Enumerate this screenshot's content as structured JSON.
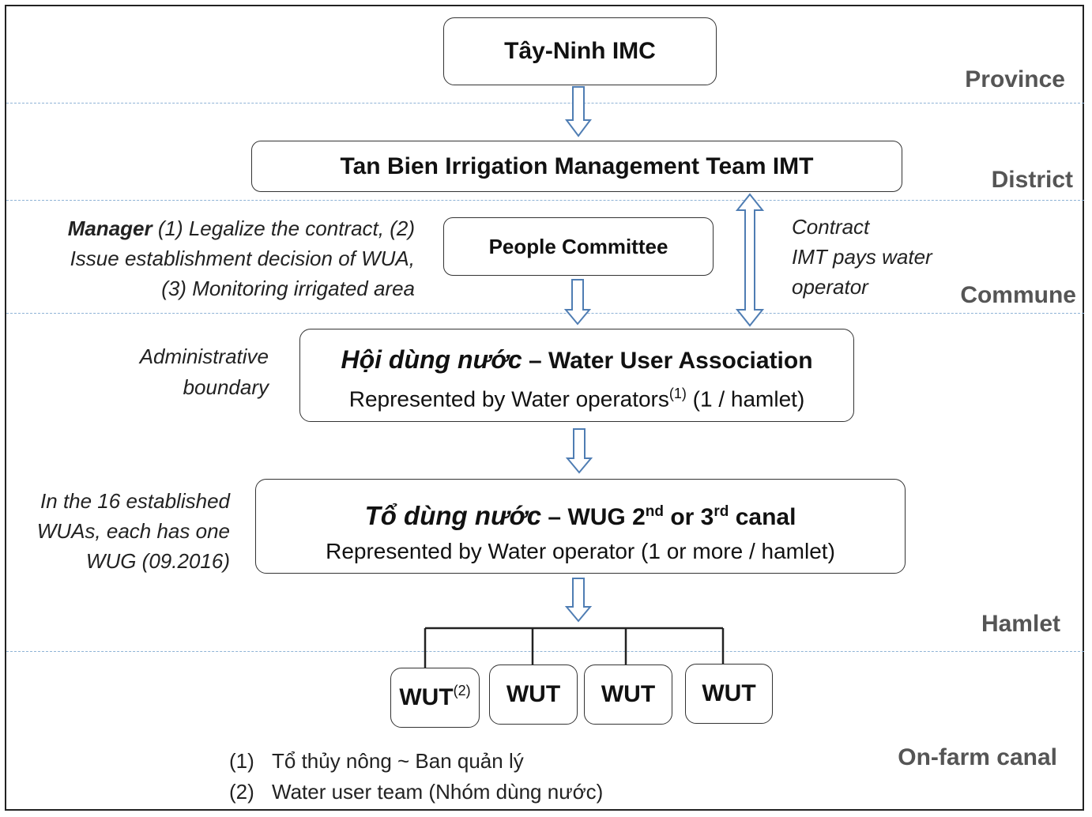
{
  "levels": {
    "province": "Province",
    "district": "District",
    "commune": "Commune",
    "hamlet": "Hamlet",
    "onfarm": "On-farm canal"
  },
  "boxes": {
    "imc": "Tây-Ninh IMC",
    "imt": "Tan Bien Irrigation Management Team IMT",
    "people_committee": "People Committee",
    "wua": {
      "title_vn": "Hội dùng nước",
      "dash": " – ",
      "title_en": "Water User Association",
      "line2_a": "Represented by Water operators",
      "line2_sup": "(1)",
      "line2_b": " (1 / hamlet)"
    },
    "wug": {
      "title_vn": "Tổ dùng nước",
      "dash": " – ",
      "title_a": "WUG 2",
      "sup1": "nd",
      "title_b": " or 3",
      "sup2": "rd",
      "title_c": " canal",
      "line2": "Represented by Water operator (1 or more / hamlet)"
    },
    "wut": {
      "label": "WUT",
      "sup": "(2)"
    }
  },
  "notes": {
    "manager_bold": "Manager",
    "manager_l1": " (1) Legalize the contract, (2)",
    "manager_l2": "Issue establishment decision of WUA,",
    "manager_l3": "(3) Monitoring irrigated area",
    "contract_l1": "Contract",
    "contract_l2": "IMT pays water",
    "contract_l3": "operator",
    "admin_l1": "Administrative",
    "admin_l2": "boundary",
    "established_l1": "In the 16 established",
    "established_l2": "WUAs, each has one",
    "established_l3": "WUG (09.2016)"
  },
  "footnotes": [
    {
      "num": "(1)",
      "text": "Tổ thủy nông  ~ Ban quản lý"
    },
    {
      "num": "(2)",
      "text": "Water user team (Nhóm dùng nước)"
    }
  ],
  "colors": {
    "arrow": "#4f7db3",
    "dash": "#8fb3d6",
    "level_text": "#555555"
  }
}
